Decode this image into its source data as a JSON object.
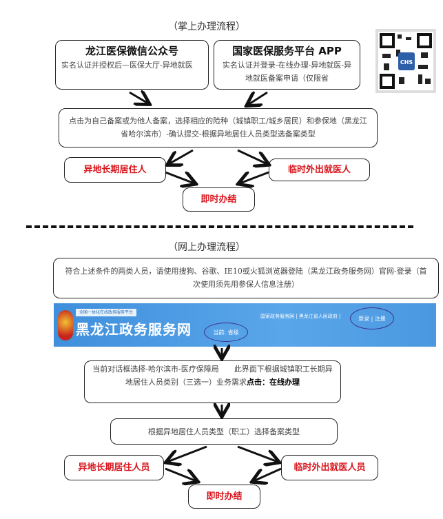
{
  "mobile_section": {
    "title": "（掌上办理流程）",
    "wechat": {
      "name": "龙江医保微信公众号",
      "steps": "实名认证并授权后—医保大厅-异地就医"
    },
    "app": {
      "name": "国家医保服务平台 APP",
      "steps": "实名认证并登录-在线办理-异地就医-异地就医备案申请（仅限省"
    },
    "qr_code_label": "CHS",
    "step": "点击为自己备案或为他人备案，选择相应的险种（城镇职工/城乡居民）和参保地（黑龙江省哈尔滨市）-确认提交-根据异地居住人员类型选备案类型",
    "option_left": "异地长期居住人",
    "option_right": "临时外出就医人",
    "result": "即时办结"
  },
  "web_section": {
    "title": "（网上办理流程）",
    "step1": "符合上述条件的两类人员，请使用搜狗、谷歌、IE10或火狐浏览器登陆（黑龙江政务服务网）官网-登录（首次使用须先用参保人信息注册）",
    "banner": {
      "tag": "全国一体化在线政务服务平台",
      "site_name": "黑龙江政务服务网",
      "level": "当前: 省级",
      "link1": "国家政务服务网",
      "link2": "黑龙江省人民政府",
      "login": "登录",
      "register": "注册",
      "background_color": "#4a98e0"
    },
    "step2": "当前对话框选择-哈尔滨市-医疗保障局　　此界面下根据城镇职工长期异地居住人员类别（三选一）业务需求",
    "step2_action": "点击：在线办理",
    "step3": "根据异地居住人员类型（职工）选择备案类型",
    "option_left": "异地长期居住人员",
    "option_right": "临时外出就医人员",
    "result": "即时办结"
  },
  "colors": {
    "highlight_red": "#d8141c"
  }
}
